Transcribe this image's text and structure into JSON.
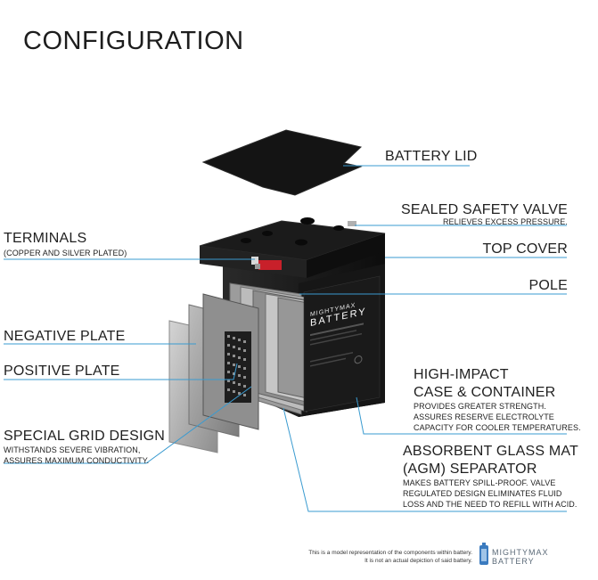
{
  "title": "CONFIGURATION",
  "labels": {
    "battery_lid": "BATTERY LID",
    "sealed_safety_valve": "SEALED SAFETY VALVE",
    "sealed_safety_valve_sub": "RELIEVES EXCESS PRESSURE.",
    "terminals": "TERMINALS",
    "terminals_sub": "(COPPER AND SILVER PLATED)",
    "top_cover": "TOP COVER",
    "pole": "POLE",
    "negative_plate": "NEGATIVE PLATE",
    "positive_plate": "POSITIVE PLATE",
    "high_impact_line1": "HIGH-IMPACT",
    "high_impact_line2": "CASE & CONTAINER",
    "high_impact_sub1": "PROVIDES GREATER STRENGTH.",
    "high_impact_sub2": "ASSURES RESERVE ELECTROLYTE",
    "high_impact_sub3": "CAPACITY FOR COOLER TEMPERATURES.",
    "special_grid": "SPECIAL GRID DESIGN",
    "special_grid_sub1": "WITHSTANDS SEVERE VIBRATION,",
    "special_grid_sub2": "ASSURES MAXIMUM CONDUCTIVITY.",
    "agm_line1": "ABSORBENT GLASS MAT",
    "agm_line2": "(AGM) SEPARATOR",
    "agm_sub1": "MAKES BATTERY SPILL-PROOF. VALVE",
    "agm_sub2": "REGULATED DESIGN ELIMINATES FLUID",
    "agm_sub3": "LOSS AND THE NEED TO REFILL WITH ACID."
  },
  "battery_label": {
    "brand_line1": "MIGHTYMAX",
    "brand_line2": "BATTERY"
  },
  "footer": {
    "note_line1": "This is a model representation of the components within battery.",
    "note_line2": "It is not an actual depiction of said battery.",
    "logo_line1": "MIGHTYMAX",
    "logo_line2": "BATTERY"
  },
  "colors": {
    "leader": "#3a9bd0",
    "terminal_red": "#c8202a",
    "battery_body": "#151515",
    "plate_gray": "#a9a9a9"
  }
}
